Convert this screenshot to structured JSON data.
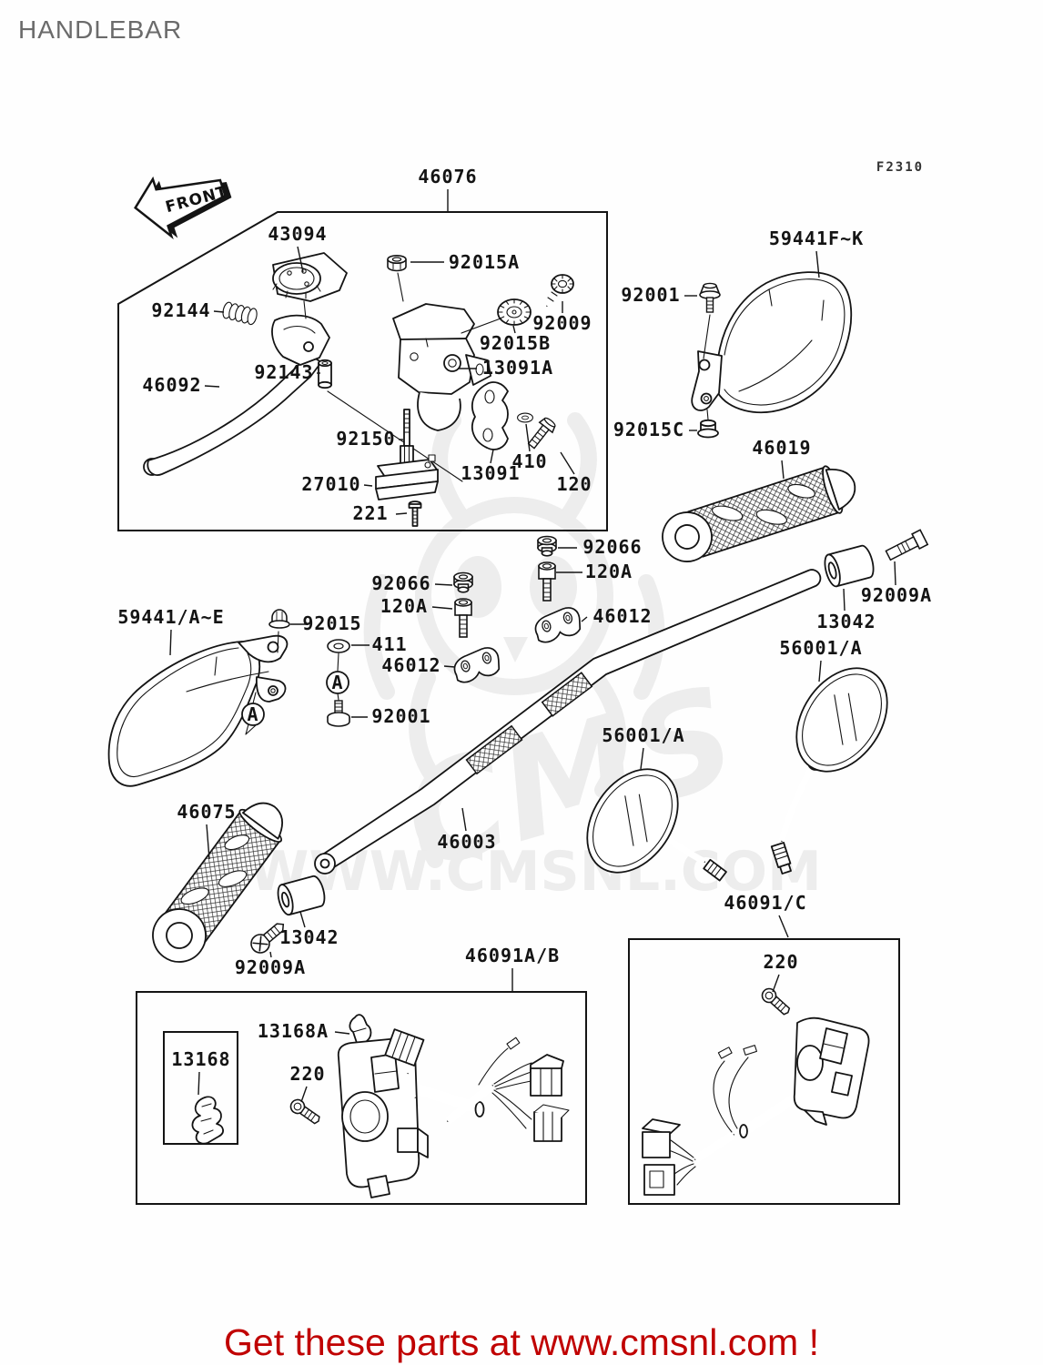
{
  "page": {
    "title": "HANDLEBAR",
    "figure_code": "F2310",
    "front_marker": "FRONT",
    "banner_text": "Get these parts at www.cmsnl.com !",
    "watermark_brand": "CMS",
    "watermark_url": "WWW.CMSNL.COM",
    "colors": {
      "line": "#141414",
      "title_gray": "#6b6b6b",
      "banner_red": "#c00000",
      "watermark_gray": "#ededed",
      "background": "#fefefe"
    }
  },
  "callouts": {
    "c46076": "46076",
    "c43094": "43094",
    "c92015A": "92015A",
    "c92009": "92009",
    "c92015B": "92015B",
    "c13091A": "13091A",
    "c92144": "92144",
    "c92143": "92143",
    "c46092": "46092",
    "c92150": "92150",
    "c27010": "27010",
    "c13091": "13091",
    "c410": "410",
    "c120": "120",
    "c221": "221",
    "c59441FK": "59441F~K",
    "c92001_top": "92001",
    "c92015C": "92015C",
    "c46019": "46019",
    "c92066_r": "92066",
    "c120A_r": "120A",
    "c46012_r": "46012",
    "c92066_l": "92066",
    "c120A_l": "120A",
    "c411": "411",
    "c46012_l": "46012",
    "c92001_mid": "92001",
    "c59441AE": "59441/A~E",
    "c92015": "92015",
    "cA_mid": "A",
    "cA_guard": "A",
    "c46075": "46075",
    "c13042_l": "13042",
    "c92009A_l": "92009A",
    "c46003": "46003",
    "c56001A_l": "56001/A",
    "c13042_r": "13042",
    "c92009A_r": "92009A",
    "c56001A_r": "56001/A",
    "c46091C": "46091/C",
    "c46091AB": "46091A/B",
    "c13168": "13168",
    "c13168A": "13168A",
    "c220_l": "220",
    "c220_r": "220"
  }
}
